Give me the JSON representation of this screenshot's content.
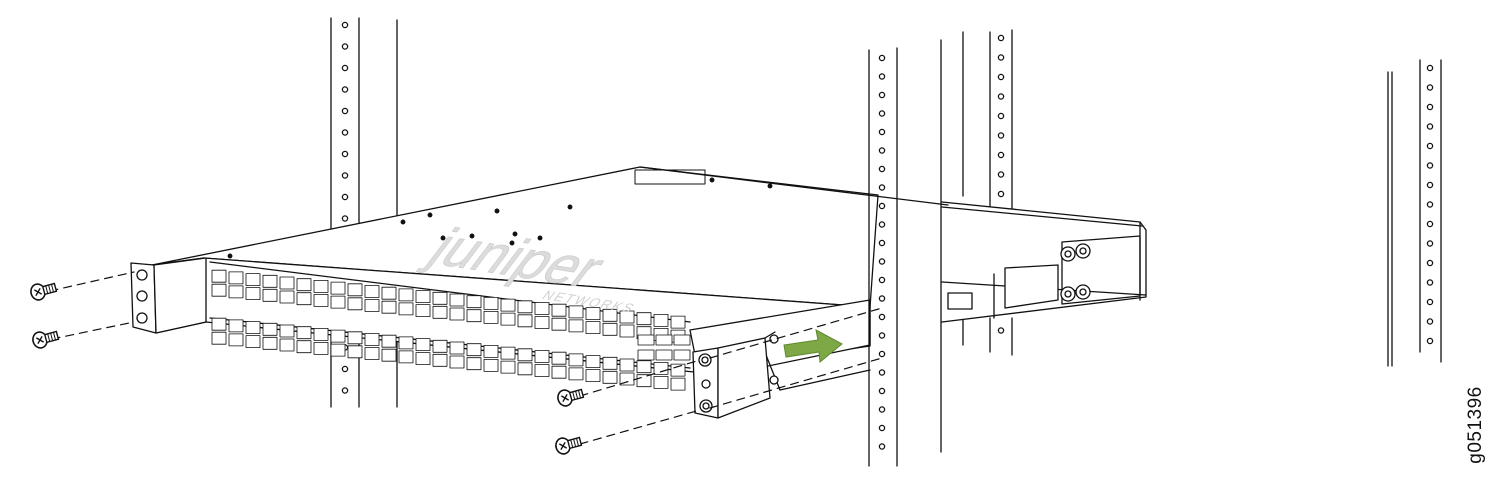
{
  "figure": {
    "id_label": "g051396",
    "logo_text": "juniper",
    "logo_subtext": "NETWORKS"
  },
  "colors": {
    "line": "#111111",
    "arrow_fill": "#7ea845",
    "arrow_stroke": "#5e8a2e",
    "logo_fill": "#d9d9d9"
  },
  "icons": {
    "arrow": "slide-in-arrow-icon",
    "screw": "screw-icon"
  }
}
